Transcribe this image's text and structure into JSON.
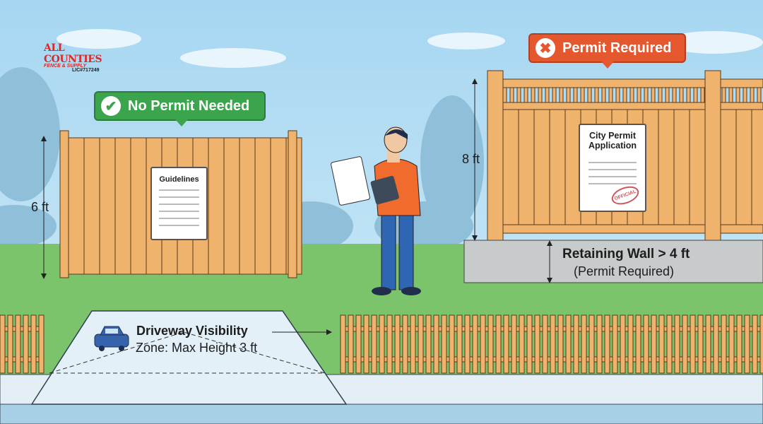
{
  "logo": {
    "line1a": "ALL",
    "line1b": "COUNTIES",
    "line2": "FENCE & SUPPLY",
    "license": "LIC#717249"
  },
  "callouts": {
    "no_permit": {
      "text": "No Permit Needed",
      "icon": "check-circle-icon",
      "color": "#3ba54d"
    },
    "permit_required": {
      "text": "Permit Required",
      "icon": "x-circle-icon",
      "color": "#e5582f"
    }
  },
  "left_fence": {
    "height_label": "6 ft",
    "sign_title": "Guidelines"
  },
  "right_fence": {
    "height_label": "8 ft",
    "sign_title": "City Permit Application",
    "stamp": "OFFICIAL"
  },
  "retaining_wall": {
    "title": "Retaining Wall > 4 ft",
    "note": "(Permit Required)"
  },
  "driveway": {
    "title": "Driveway Visibility",
    "subtitle": "Zone: Max Height 3 ft",
    "icon": "car-icon"
  },
  "colors": {
    "sky": "#b7def3",
    "grass": "#7cc46c",
    "wood": "#efb36d",
    "wall": "#c8cbcc"
  }
}
